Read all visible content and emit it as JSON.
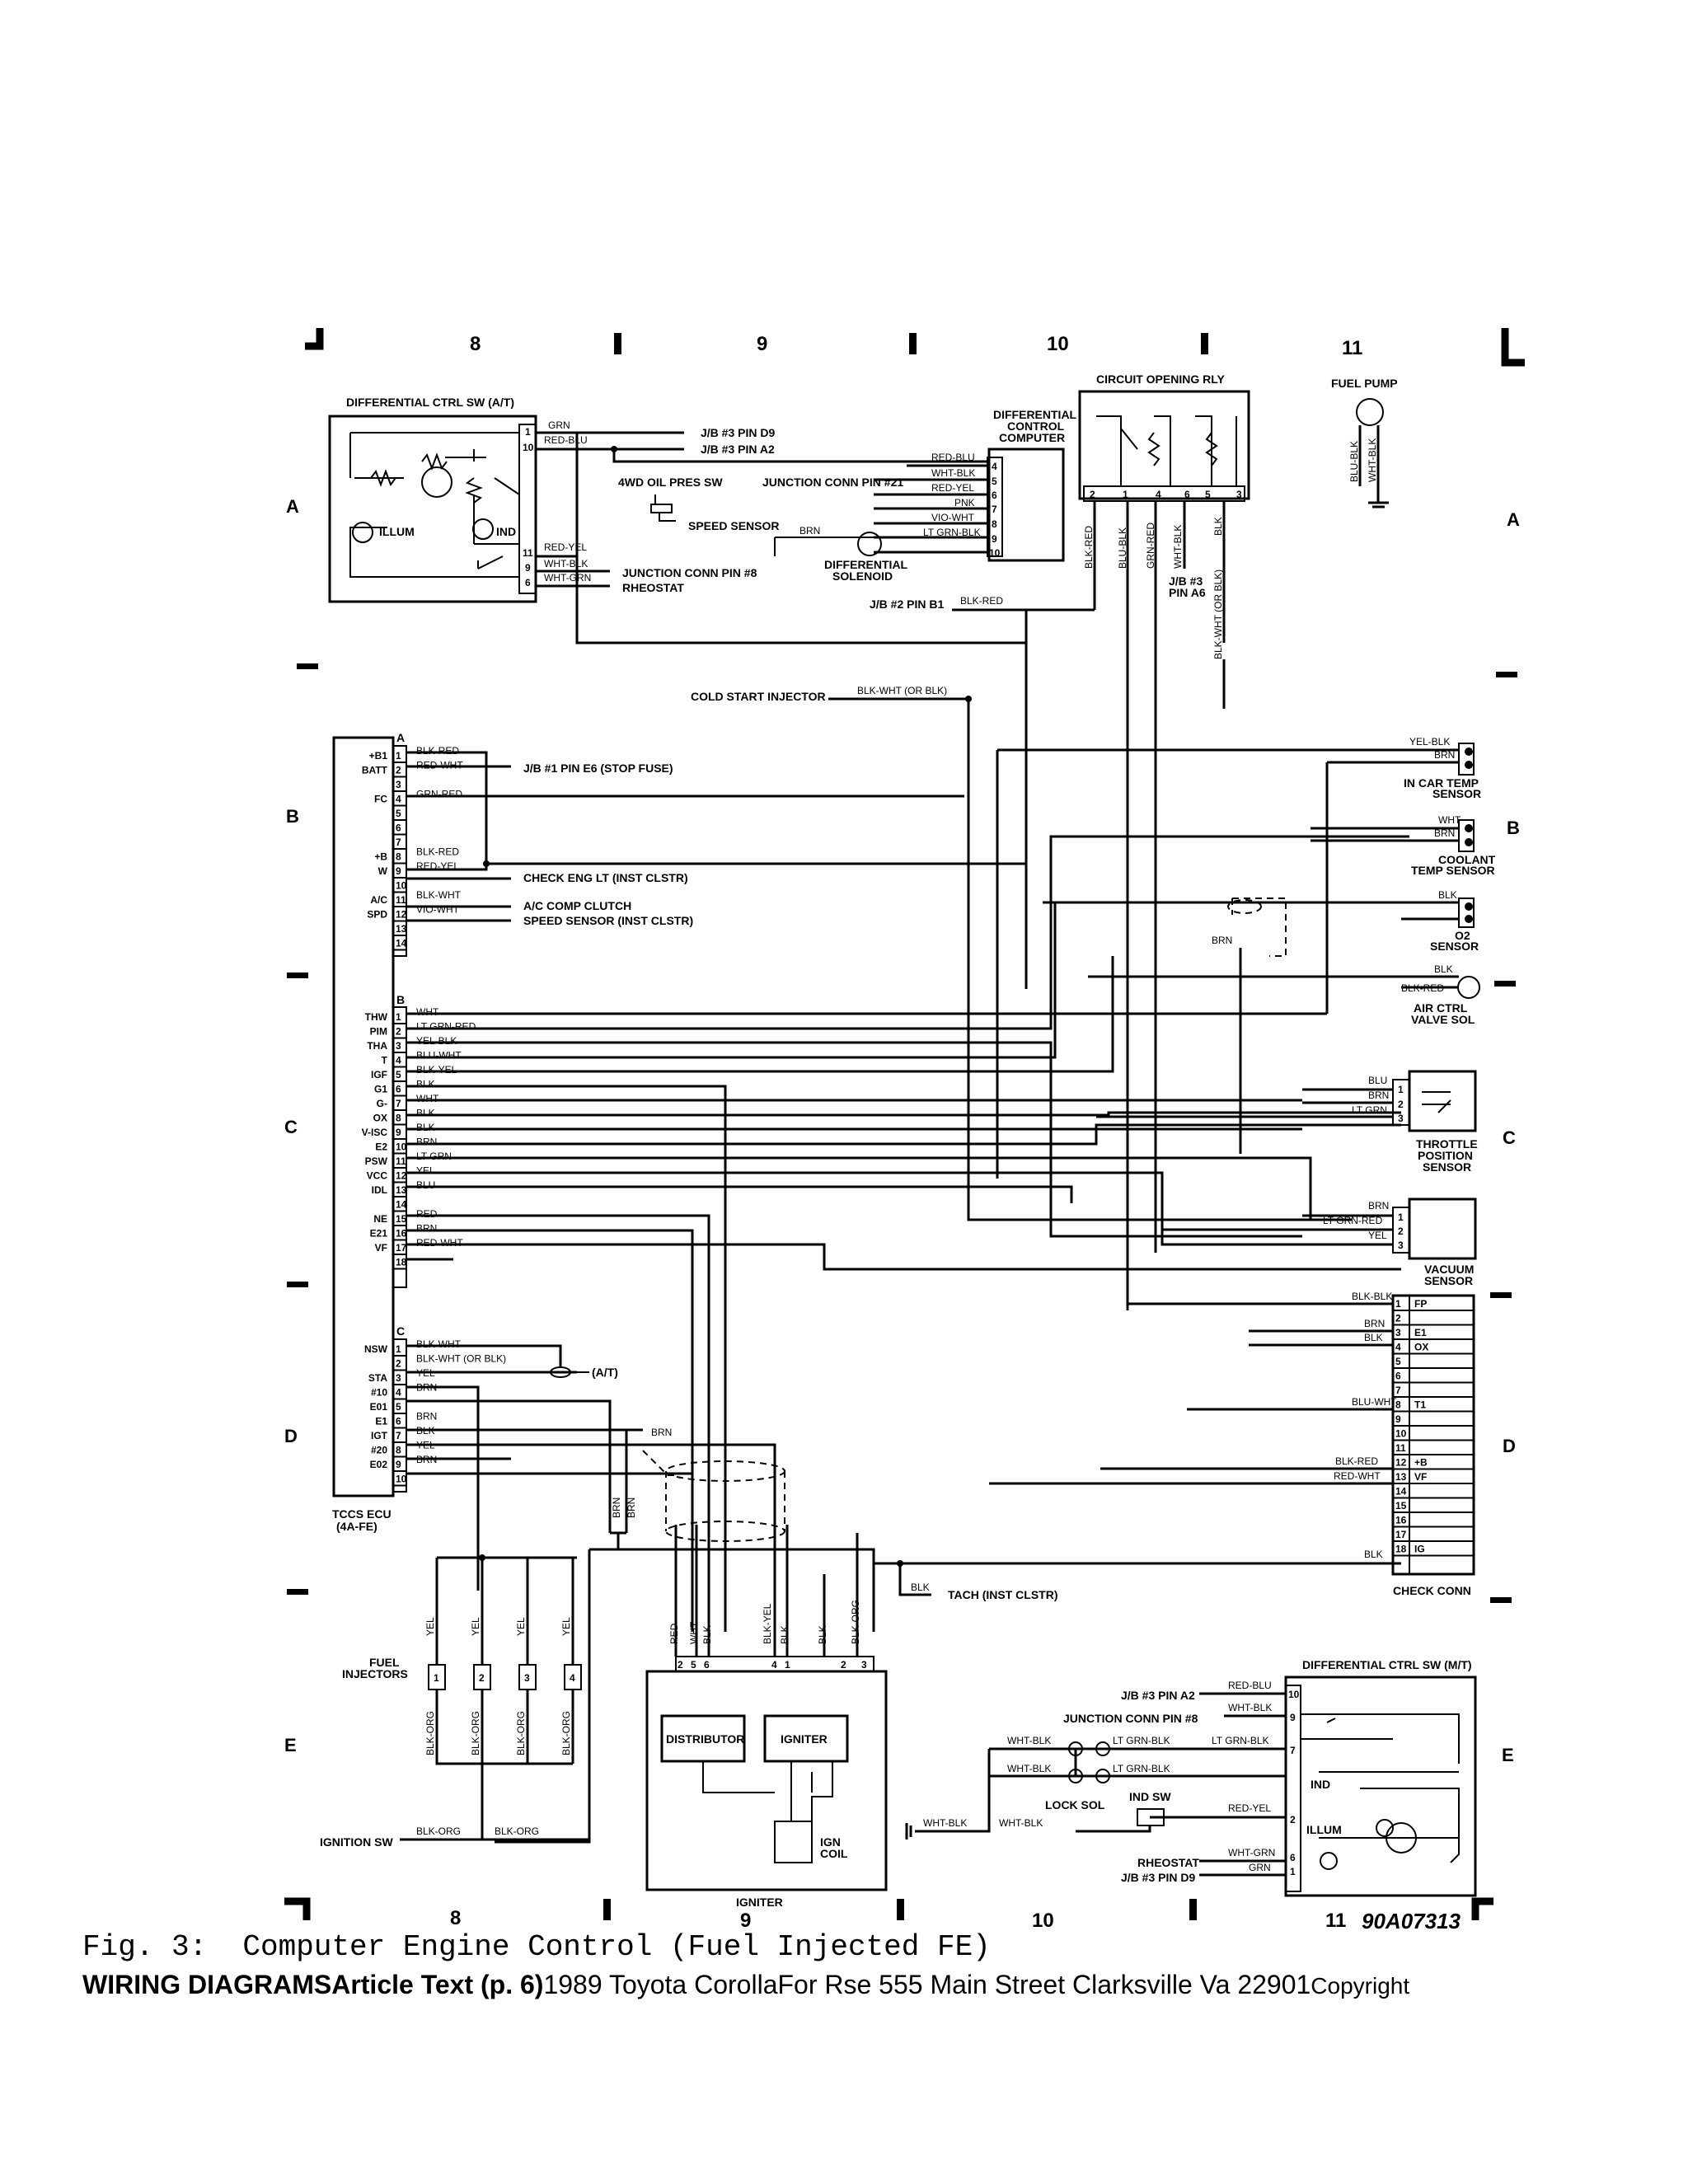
{
  "figure": {
    "caption": "Fig. 3:  Computer Engine Control (Fuel Injected FE)",
    "ref_code": "90A07313"
  },
  "footer": {
    "left_bold": "WIRING DIAGRAMSArticle Text (p. 6)",
    "rest": "1989 Toyota CorollaFor Rse 555 Main Street Clarksville Va 22901",
    "copyright": "Copyright"
  },
  "grid": {
    "columns": [
      "8",
      "9",
      "10",
      "11"
    ],
    "rows": [
      "A",
      "B",
      "C",
      "D",
      "E"
    ]
  },
  "components": {
    "diff_ctrl_sw_at": "DIFFERENTIAL CTRL SW (A/T)",
    "diff_ctrl_sw_mt": "DIFFERENTIAL CTRL SW (M/T)",
    "diff_ctrl_computer": [
      "DIFFERENTIAL",
      "CONTROL",
      "COMPUTER"
    ],
    "circuit_opening_rly": "CIRCUIT OPENING RLY",
    "fuel_pump": "FUEL PUMP",
    "oil_pres_sw": "4WD OIL PRES SW",
    "diff_solenoid": [
      "DIFFERENTIAL",
      "SOLENOID"
    ],
    "tccs_ecu": [
      "TCCS ECU",
      "(4A-FE)"
    ],
    "in_car_temp": [
      "IN CAR TEMP",
      "SENSOR"
    ],
    "coolant_temp": [
      "COOLANT",
      "TEMP SENSOR"
    ],
    "o2_sensor": [
      "O2",
      "SENSOR"
    ],
    "air_ctrl": [
      "AIR CTRL",
      "VALVE SOL"
    ],
    "throttle": [
      "THROTTLE",
      "POSITION",
      "SENSOR"
    ],
    "vacuum": [
      "VACUUM",
      "SENSOR"
    ],
    "check_conn": "CHECK CONN",
    "fuel_injectors": [
      "FUEL",
      "INJECTORS"
    ],
    "distributor": "DISTRIBUTOR",
    "igniter": "IGNITER",
    "igniter_assy": "IGNITER",
    "ign_coil": [
      "IGN",
      "COIL"
    ],
    "lock_sol": "LOCK SOL",
    "ind_sw": "IND SW",
    "illum": "ILLUM",
    "ind": "IND"
  },
  "refs": {
    "jb3_d9": "J/B #3 PIN D9",
    "jb3_a2": "J/B #3 PIN A2",
    "junction_21": "JUNCTION CONN PIN #21",
    "speed_sensor": "SPEED SENSOR",
    "junction_8": "JUNCTION CONN PIN #8",
    "rheostat": "RHEOSTAT",
    "jb2_b1": "J/B #2 PIN B1",
    "jb3_a6": [
      "J/B #3",
      "PIN A6"
    ],
    "cold_start": "COLD START INJECTOR",
    "jb1_e6": "J/B #1 PIN E6 (STOP FUSE)",
    "check_eng": "CHECK ENG LT (INST CLSTR)",
    "ac_comp": "A/C COMP CLUTCH",
    "speed_inst": "SPEED SENSOR (INST CLSTR)",
    "at": "(A/T)",
    "tach": "TACH (INST CLSTR)",
    "ign_sw": "IGNITION SW"
  },
  "ecu_terms_a": [
    "+B1",
    "BATT",
    "",
    "FC",
    "",
    "",
    "",
    "+B",
    "W",
    "",
    "A/C",
    "SPD",
    "",
    ""
  ],
  "ecu_wires_a": [
    "BLK-RED",
    "RED-WHT",
    "",
    "GRN-RED",
    "",
    "",
    "",
    "BLK-RED",
    "RED-YEL",
    "",
    "BLK-WHT",
    "VIO-WHT",
    "",
    ""
  ],
  "ecu_terms_b": [
    "THW",
    "PIM",
    "THA",
    "T",
    "IGF",
    "G1",
    "G-",
    "OX",
    "V-ISC",
    "E2",
    "PSW",
    "VCC",
    "IDL",
    "",
    "NE",
    "E21",
    "VF",
    ""
  ],
  "ecu_wires_b": [
    "WHT",
    "LT GRN-RED",
    "YEL-BLK",
    "BLU-WHT",
    "BLK-YEL",
    "BLK",
    "WHT",
    "BLK",
    "BLK",
    "BRN",
    "LT GRN",
    "YEL",
    "BLU",
    "",
    "RED",
    "BRN",
    "RED-WHT",
    ""
  ],
  "ecu_terms_c": [
    "NSW",
    "",
    "STA",
    "#10",
    "E01",
    "E1",
    "IGT",
    "#20",
    "E02",
    ""
  ],
  "ecu_wires_c": [
    "BLK-WHT",
    "BLK-WHT (OR BLK)",
    "YEL",
    "BRN",
    "",
    "BRN",
    "BLK",
    "YEL",
    "BRN",
    ""
  ],
  "check_conn_terms": [
    "FP",
    "",
    "E1",
    "OX",
    "",
    "",
    "",
    "T1",
    "",
    "",
    "",
    "+B",
    "VF",
    "",
    "",
    "",
    "",
    "IG"
  ],
  "injector_labels": [
    "1",
    "2",
    "3",
    "4"
  ],
  "wire_colors": {
    "grn": "GRN",
    "red_blu": "RED-BLU",
    "wht_blk": "WHT-BLK",
    "red_yel": "RED-YEL",
    "pnk": "PNK",
    "vio_wht": "VIO-WHT",
    "ltgrn_blk": "LT GRN-BLK",
    "brn": "BRN",
    "wht_grn": "WHT-GRN",
    "blk_red": "BLK-RED",
    "blu_blk": "BLU-BLK",
    "grn_red": "GRN-RED",
    "blk": "BLK",
    "blk_wht_or_blk": "BLK-WHT (OR BLK)",
    "yel_blk": "YEL-BLK",
    "wht": "WHT",
    "blu": "BLU",
    "lt_grn": "LT GRN",
    "ltgrn_red": "LT GRN-RED",
    "yel": "YEL",
    "blk_blk": "BLK-BLK",
    "blu_wht": "BLU-WHT",
    "red_wht": "RED-WHT",
    "blk_org": "BLK-ORG",
    "red": "RED",
    "blk_yel": "BLK-YEL"
  }
}
